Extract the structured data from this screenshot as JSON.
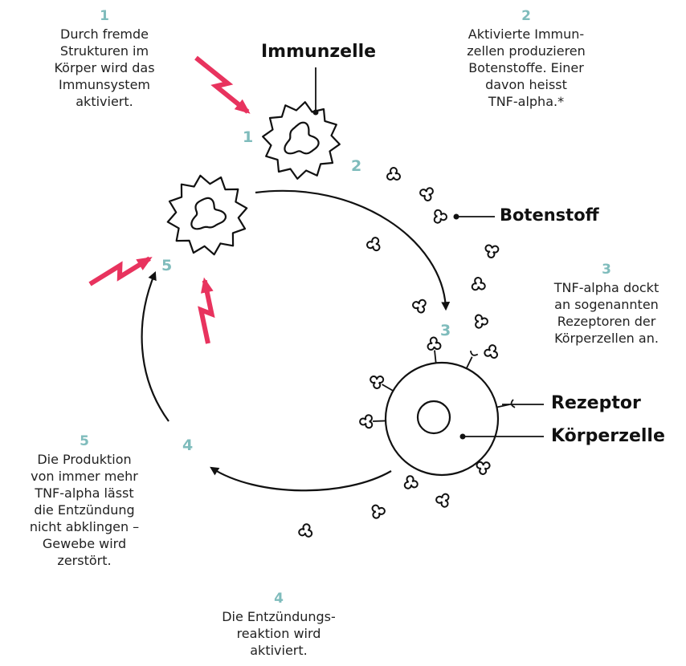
{
  "colors": {
    "accent": "#7fbcbc",
    "lightning": "#e8335e",
    "ink": "#111111"
  },
  "labels": {
    "immune_cell": "Immunzelle",
    "messenger": "Botenstoff",
    "receptor": "Rezeptor",
    "body_cell": "Körperzelle"
  },
  "steps": [
    {
      "number": "1",
      "text": "Durch fremde\nStrukturen im\nKörper wird das\nImmunsystem\naktiviert."
    },
    {
      "number": "2",
      "text": "Aktivierte Immun-\nzellen produzieren\nBotenstoffe. Einer\ndavon heisst\nTNF-alpha.*"
    },
    {
      "number": "3",
      "text": "TNF-alpha dockt\nan sogenannten\nRezeptoren der\nKörperzellen an."
    },
    {
      "number": "4",
      "text": "Die Entzündungs-\nreaktion wird\naktiviert."
    },
    {
      "number": "5",
      "text": "Die Produktion\nvon immer mehr\nTNF-alpha lässt\ndie Entzündung\nnicht abklingen –\nGewebe wird\nzerstört."
    }
  ],
  "markers": [
    "1",
    "2",
    "3",
    "4",
    "5"
  ]
}
